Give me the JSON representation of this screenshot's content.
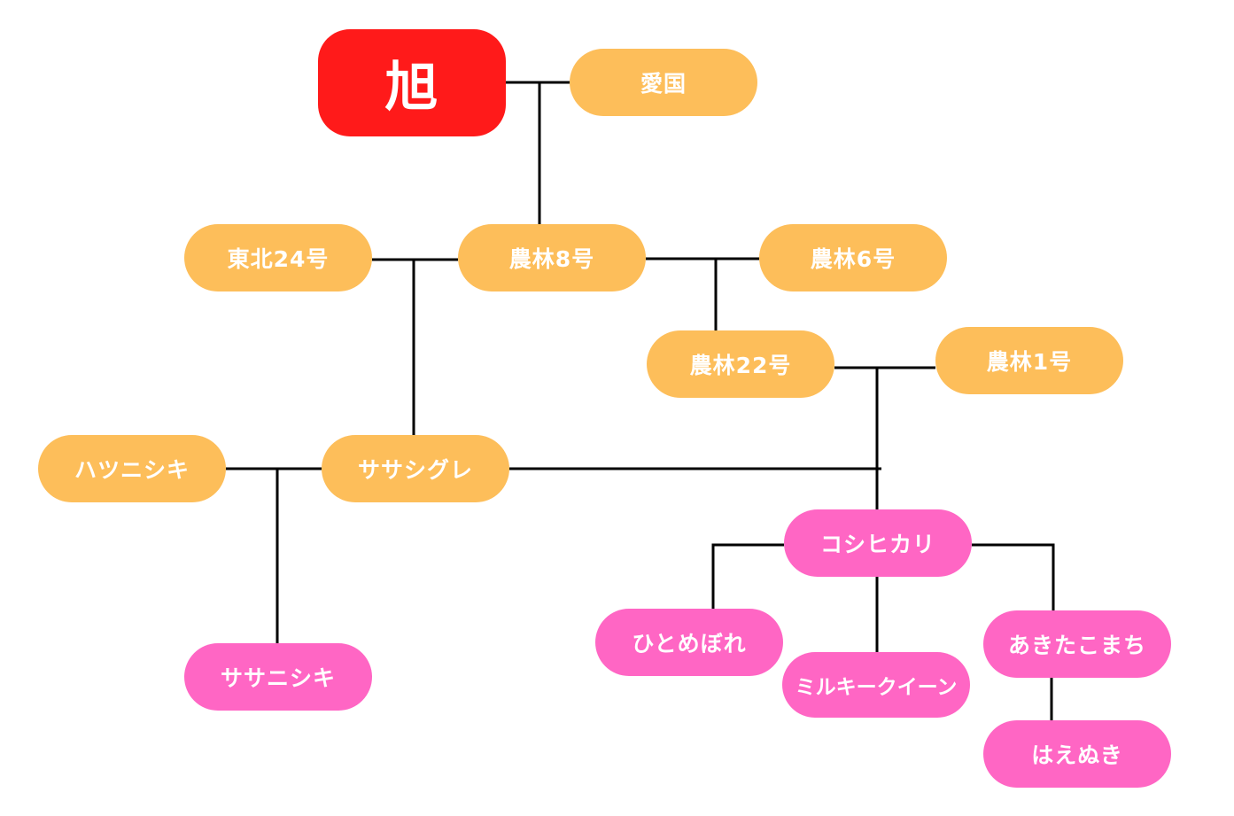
{
  "colors": {
    "root": "#FF1A1A",
    "ancestor": "#FDBE5A",
    "descendant": "#FF66C4",
    "line": "#000000"
  },
  "nodes": {
    "asahi": "旭",
    "aikoku": "愛国",
    "tohoku24": "東北24号",
    "norin8": "農林8号",
    "norin6": "農林6号",
    "norin22": "農林22号",
    "norin1": "農林1号",
    "hatsunishiki": "ハツニシキ",
    "sasashigure": "ササシグレ",
    "koshihikari": "コシヒカリ",
    "hitomebore": "ひとめぼれ",
    "milkyqueen": "ミルキークイーン",
    "akitakomachi": "あきたこまち",
    "haenuki": "はえぬき",
    "sasanishiki": "ササニシキ"
  }
}
